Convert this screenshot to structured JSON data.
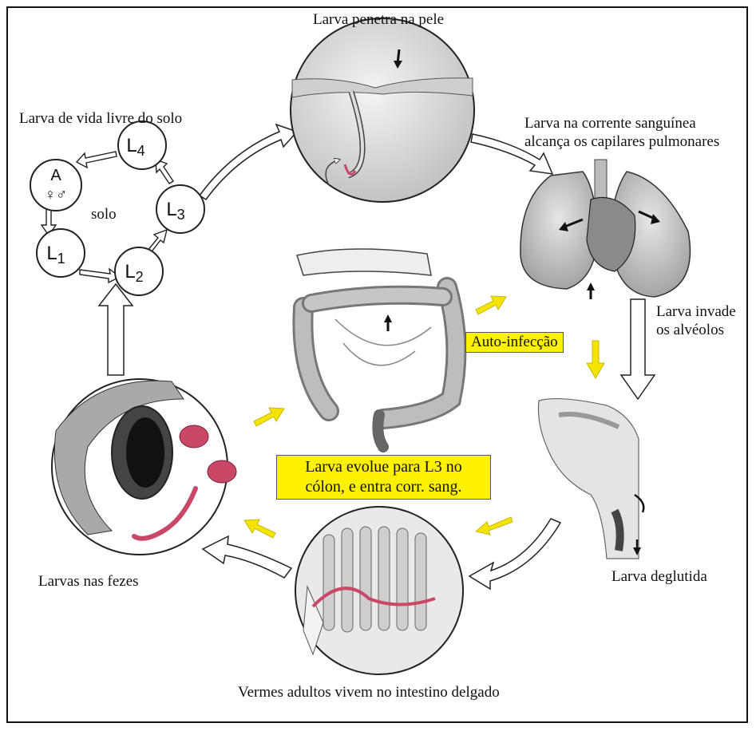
{
  "labels": {
    "skin": "Larva penetra na pele",
    "free_living": "Larva de vida livre do solo",
    "blood_line1": "Larva na corrente sanguínea",
    "blood_line2": "alcança os capilares pulmonares",
    "alveoli_line1": "Larva invade",
    "alveoli_line2": "os alvéolos",
    "swallowed": "Larva deglutida",
    "feces": "Larvas nas fezes",
    "adults": "Vermes adultos vivem no intestino delgado",
    "soil": "solo"
  },
  "boxes": {
    "autoinfection": "Auto-infecção",
    "colon_line1": "Larva evolue para L3 no",
    "colon_line2": "cólon, e entra corr. sang."
  },
  "stages": {
    "adult": "A",
    "sexes": "♀♂",
    "l1": "L",
    "l1_sub": "1",
    "l2": "L",
    "l2_sub": "2",
    "l3": "L",
    "l3_sub": "3",
    "l4": "L",
    "l4_sub": "4"
  },
  "colors": {
    "highlight": "#fff200",
    "arrow_yellow": "#f4e400",
    "larva": "#c94868",
    "outline": "#222222"
  }
}
